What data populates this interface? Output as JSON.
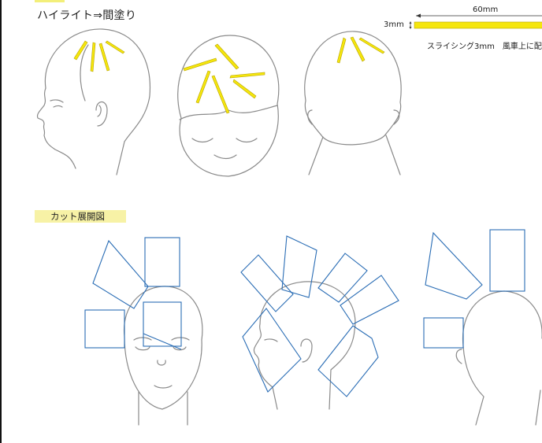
{
  "title": "ハイライト⇒間塗り",
  "section_label": "カット展開図",
  "dimension": {
    "length": "60mm",
    "thickness": "3mm",
    "note": "スライシング3mm　風車上に配"
  },
  "colors": {
    "highlight": "#f5e60d",
    "highlight_stroke": "#b8a400",
    "section_blue": "#2a6db5",
    "outline": "#8a8a8a"
  }
}
